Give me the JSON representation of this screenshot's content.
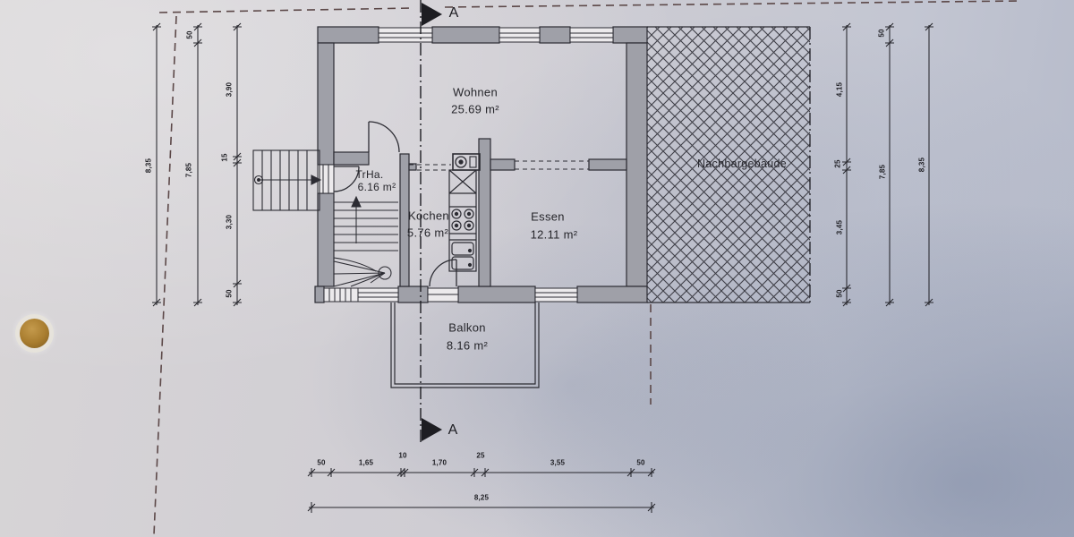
{
  "drawing": {
    "rooms": [
      {
        "name": "Wohnen",
        "area": "25.69 m²"
      },
      {
        "name": "TrHa.",
        "area": "6.16 m²"
      },
      {
        "name": "Kochen",
        "area": "5.76 m²"
      },
      {
        "name": "Essen",
        "area": "12.11 m²"
      },
      {
        "name": "Balkon",
        "area": "8.16 m²"
      }
    ],
    "neighbor_building_label": "Nachbargebäude",
    "section_marker_top": "A",
    "section_marker_bottom": "A",
    "dimensions": {
      "left": {
        "inner_segments": [
          "3,90",
          "15",
          "3,30",
          "50"
        ],
        "mid_wall": "50",
        "mid_total": "7,85",
        "outer_total": "8,35"
      },
      "right": {
        "inner_segments": [
          "4,15",
          "25",
          "3,45",
          "50"
        ],
        "mid_wall": "50",
        "mid_total": "7,85",
        "outer_total": "8,35"
      },
      "bottom": {
        "segments": [
          "50",
          "1,65",
          "10",
          "1,70",
          "25",
          "3,55",
          "50"
        ],
        "total": "8,25"
      }
    },
    "colors": {
      "paper": "#cfcdd3",
      "wall_fill": "#9fa0a8",
      "line": "#2c2c33",
      "boundary_dashed": "#5c4848",
      "punch_hole": "#a87c2e"
    }
  }
}
